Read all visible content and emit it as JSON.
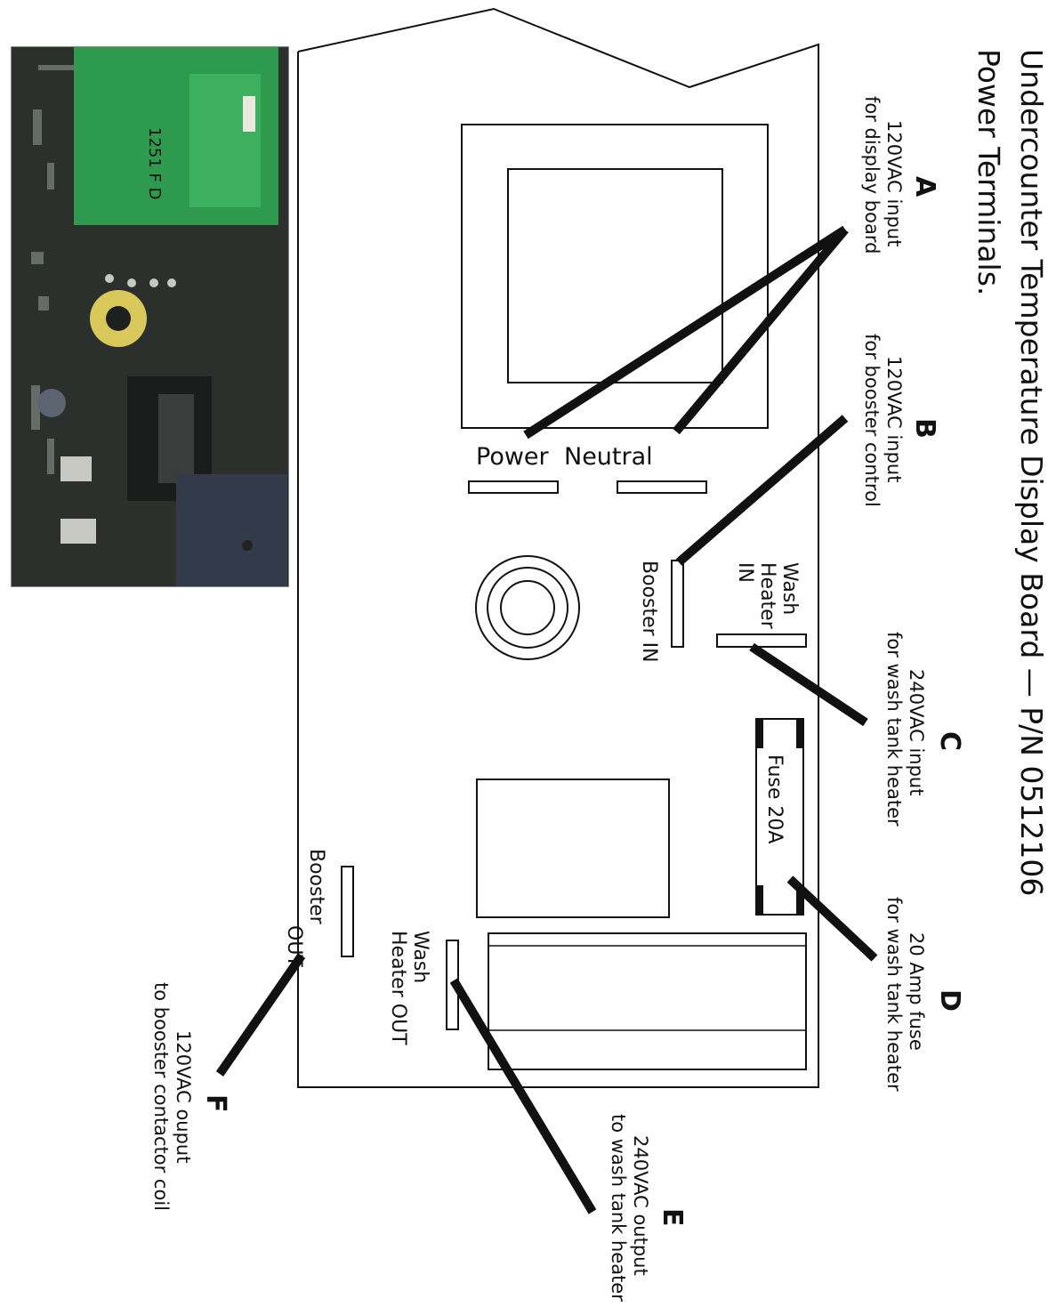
{
  "title": {
    "line1": "Undercounter Temperature Display Board  — P/N 0512106",
    "line2": "Power Terminals."
  },
  "photo": {
    "relay_marking": "1251\nF D"
  },
  "board": {
    "power_label": "Power",
    "neutral_label": "Neutral",
    "wash_heater_in_label": [
      "Wash",
      "Heater",
      "IN"
    ],
    "booster_in_label": "Booster IN",
    "fuse_label": "Fuse 20A",
    "booster_out_label": [
      "Booster",
      "OUT"
    ],
    "wash_heater_out_label": [
      "Wash",
      "Heater OUT"
    ]
  },
  "callouts": [
    {
      "letter": "A",
      "lines": [
        "120VAC input",
        "for display board"
      ]
    },
    {
      "letter": "B",
      "lines": [
        "120VAC input",
        "for booster control"
      ]
    },
    {
      "letter": "C",
      "lines": [
        "240VAC input",
        "for wash tank heater"
      ]
    },
    {
      "letter": "D",
      "lines": [
        "20 Amp fuse",
        "for wash tank heater"
      ]
    },
    {
      "letter": "E",
      "lines": [
        "240VAC output",
        "to wash tank heater"
      ]
    },
    {
      "letter": "F",
      "lines": [
        "120VAC ouput",
        "to booster contactor coil"
      ]
    }
  ],
  "colors": {
    "line": "#111111",
    "relay_green": "#2e9a4e",
    "pcb_dark": "#2a2f2b"
  }
}
